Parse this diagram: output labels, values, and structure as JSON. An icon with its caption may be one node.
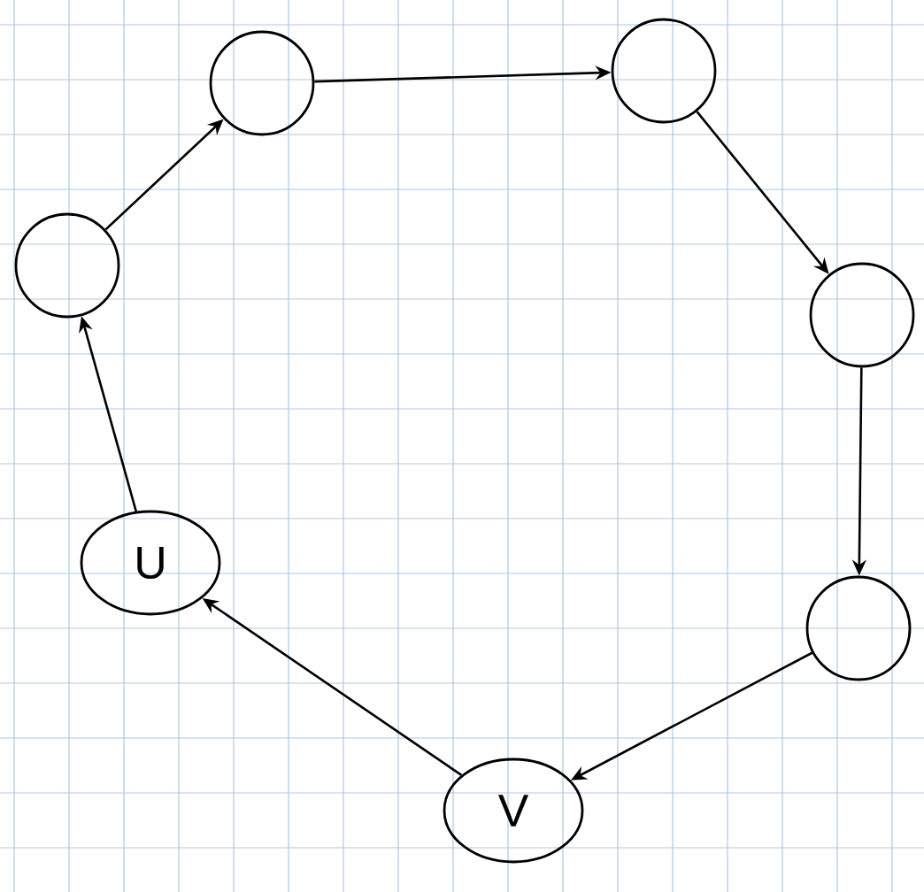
{
  "diagram": {
    "nodes": [
      {
        "text": [],
        "shape": "circle"
      },
      {
        "text": [],
        "shape": "circle"
      },
      {
        "text": [],
        "shape": "circle"
      },
      {
        "text": [],
        "shape": "circle"
      },
      {
        "text": [
          "U"
        ]
      },
      {
        "text": [],
        "shape": "circle"
      },
      {
        "text": [
          "V"
        ]
      }
    ],
    "edges": [
      {
        "from": 0,
        "to": 1,
        "arrow": "to"
      },
      {
        "from": 1,
        "to": 3,
        "arrow": "to"
      },
      {
        "from": 3,
        "to": 5,
        "arrow": "to"
      },
      {
        "from": 5,
        "to": 6,
        "arrow": "to"
      },
      {
        "from": 6,
        "to": 4,
        "arrow": "to"
      },
      {
        "from": 4,
        "to": 2,
        "arrow": "to"
      },
      {
        "from": 2,
        "to": 0,
        "arrow": "to"
      }
    ]
  }
}
